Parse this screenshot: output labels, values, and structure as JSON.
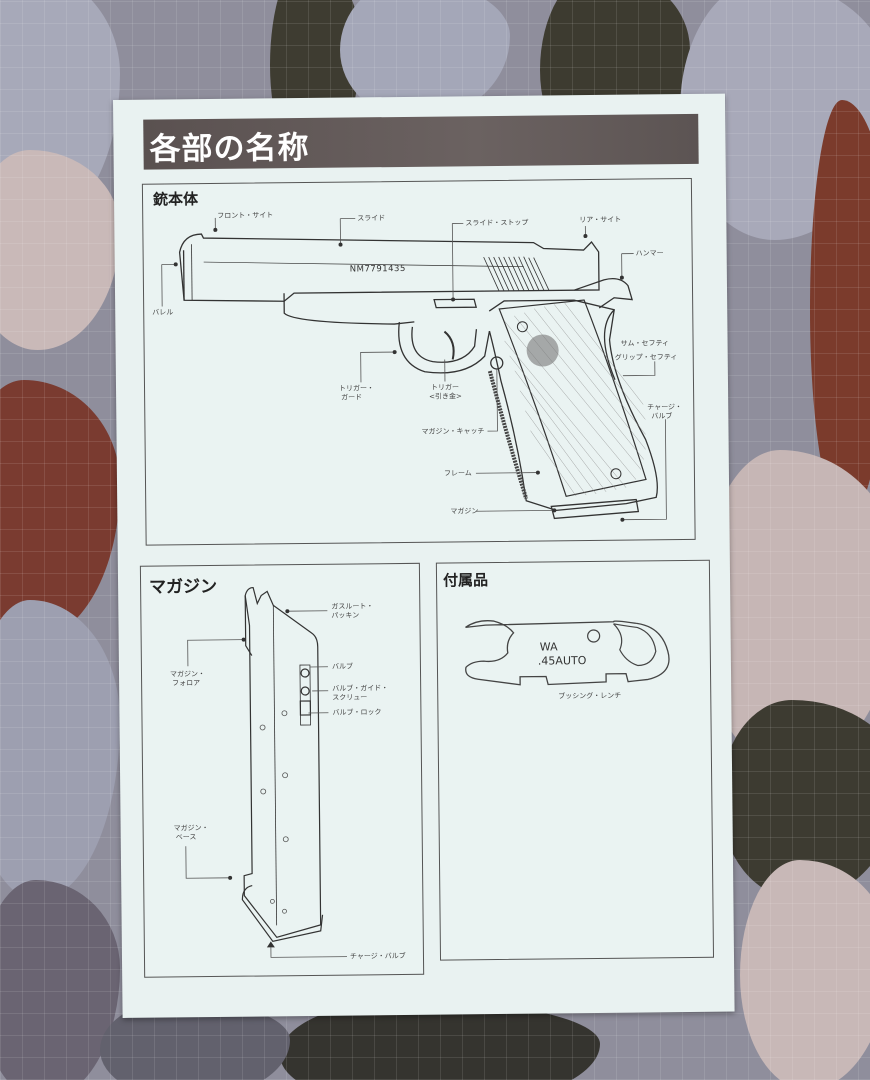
{
  "page": {
    "title": "各部の名称",
    "background": {
      "colors": [
        "#8f8e9c",
        "#3f3d33",
        "#c7b7b7",
        "#7a3a2c",
        "#a6a8b8"
      ]
    },
    "paper_color": "#e9f2f1",
    "title_bar_color": "#615857"
  },
  "gun_body": {
    "heading": "銃本体",
    "serial_number": "NM7791435",
    "labels": {
      "front_sight": "フロント・サイト",
      "slide": "スライド",
      "slide_stop": "スライド・ストップ",
      "rear_sight": "リア・サイト",
      "hammer": "ハンマー",
      "barrel": "バレル",
      "thumb_safety": "サム・セフティ",
      "grip_safety": "グリップ・セフティ",
      "trigger_guard_1": "トリガー・",
      "trigger_guard_2": "ガード",
      "trigger_1": "トリガー",
      "trigger_2": "<引き金>",
      "magazine_catch": "マガジン・キャッチ",
      "charge_valve_1": "チャージ・",
      "charge_valve_2": "バルブ",
      "frame": "フレーム",
      "magazine": "マガジン"
    }
  },
  "magazine_panel": {
    "heading": "マガジン",
    "labels": {
      "gas_route_packing_1": "ガスルート・",
      "gas_route_packing_2": "パッキン",
      "magazine_follower_1": "マガジン・",
      "magazine_follower_2": "フォロア",
      "valve": "バルブ",
      "valve_guide_screw_1": "バルブ・ガイド・",
      "valve_guide_screw_2": "スクリュー",
      "valve_lock": "バルブ・ロック",
      "magazine_base_1": "マガジン・",
      "magazine_base_2": "ベース",
      "charge_valve": "チャージ・バルブ"
    }
  },
  "accessories_panel": {
    "heading": "付属品",
    "wrench_text_1": "WA",
    "wrench_text_2": ".45AUTO",
    "wrench_label": "ブッシング・レンチ"
  }
}
